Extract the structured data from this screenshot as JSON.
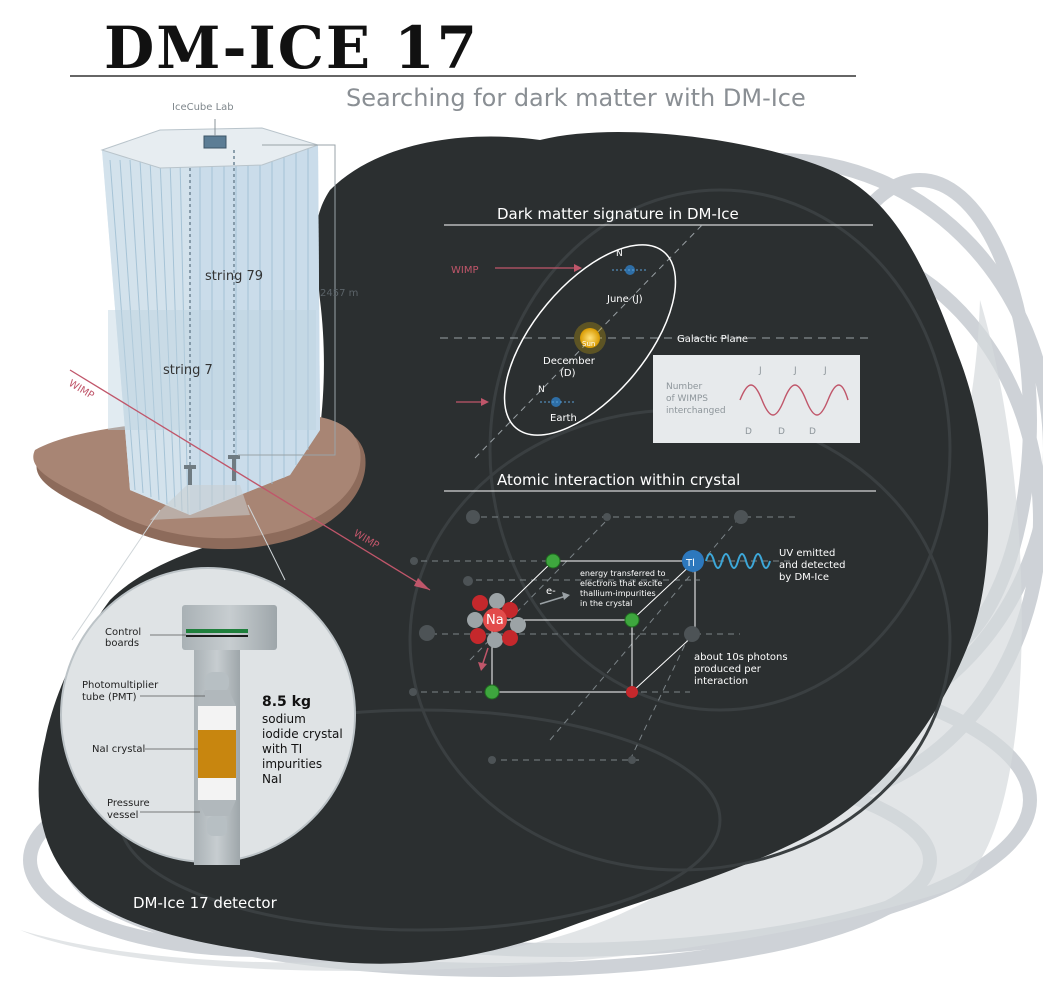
{
  "header": {
    "title": "DM-ICE 17",
    "subtitle": "Searching for dark matter with DM-Ice"
  },
  "icecube": {
    "lab_label": "IceCube Lab",
    "depth_label": "2457 m",
    "string79_label": "string 79",
    "string7_label": "string 7",
    "wimp_label_1": "WIMP",
    "wimp_label_2": "WIMP"
  },
  "detector": {
    "title": "DM-Ice 17 detector",
    "control_boards_1": "Control",
    "control_boards_2": "boards",
    "pmt_1": "Photomultiplier",
    "pmt_2": "tube (PMT)",
    "nai_crystal": "NaI crystal",
    "pressure_1": "Pressure",
    "pressure_2": "vessel",
    "mass": "8.5 kg",
    "desc_1": "sodium",
    "desc_2": "iodide crystal",
    "desc_3": "with TI",
    "desc_4": "impurities",
    "desc_5": "NaI"
  },
  "signature": {
    "heading": "Dark matter signature in DM-Ice",
    "wimp_label": "WIMP",
    "north_top": "N",
    "north_bottom": "N",
    "june": "June (J)",
    "sun": "Sun",
    "december_1": "December",
    "december_2": "(D)",
    "earth": "Earth",
    "galactic_plane": "Galactic Plane",
    "graph": {
      "ylabel_1": "Number",
      "ylabel_2": "of WIMPS",
      "ylabel_3": "interchanged",
      "peak_labels": [
        "J",
        "J",
        "J"
      ],
      "trough_labels": [
        "D",
        "D",
        "D"
      ]
    }
  },
  "atomic": {
    "heading": "Atomic interaction within crystal",
    "na_label": "Na",
    "tl_label": "Tl",
    "electron_label": "e-",
    "energy_1": "energy transferred to",
    "energy_2": "electrons that excite",
    "energy_3": "thallium-impurities",
    "energy_4": "in the crystal",
    "uv_1": "UV emitted",
    "uv_2": "and detected",
    "uv_3": "by DM-Ice",
    "photons_1": "about 10s photons",
    "photons_2": "produced per",
    "photons_3": "interaction"
  },
  "colors": {
    "dark_bg": "#2b2f30",
    "scribble": "#c9ced3",
    "wimp": "#c0566a",
    "ice": "#d9e6ef",
    "ground": "#a07e6d",
    "crystal": "#c8860f",
    "uv_wave": "#3da7d8"
  }
}
